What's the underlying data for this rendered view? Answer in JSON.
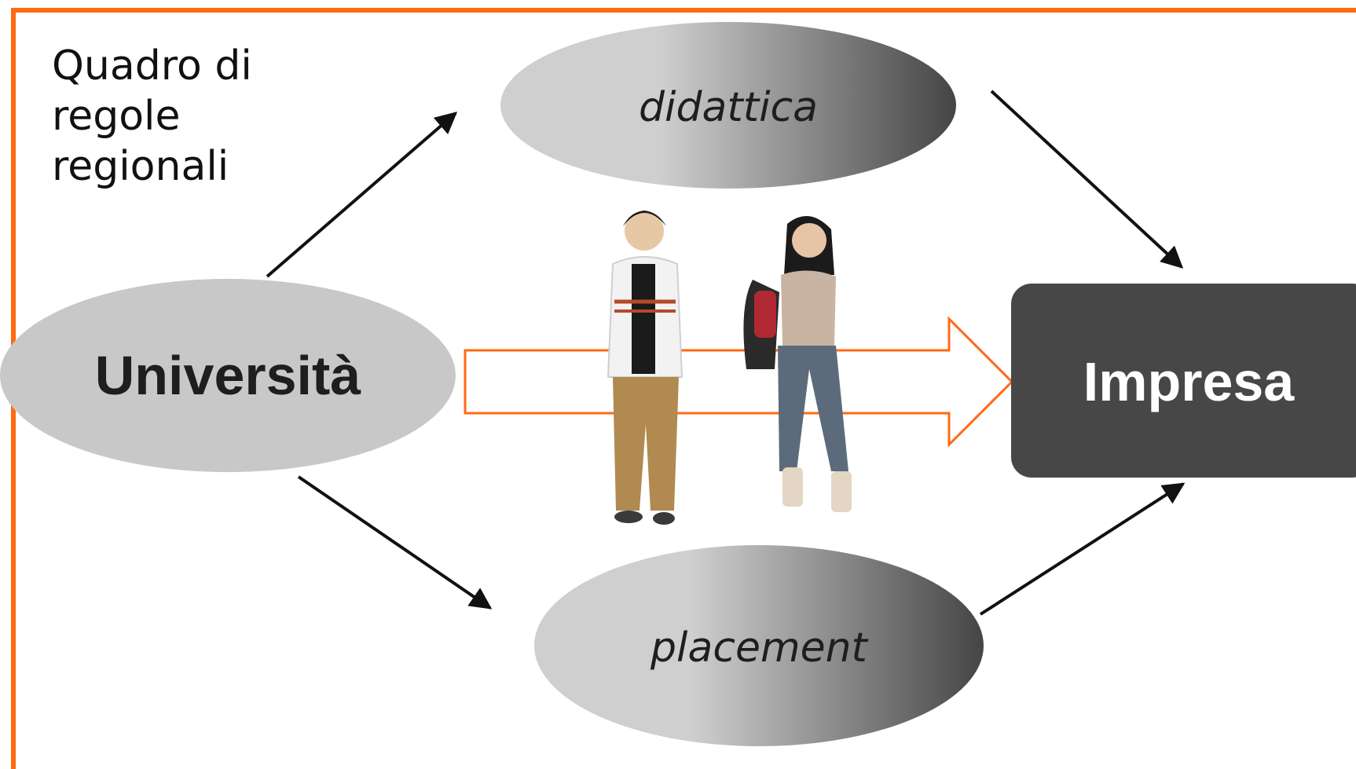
{
  "context_label": "Quadro di\nregole\nregionali",
  "nodes": {
    "university": {
      "label": "Università"
    },
    "didactics": {
      "label": "didattica"
    },
    "placement": {
      "label": "placement"
    },
    "company": {
      "label": "Impresa"
    }
  },
  "colors": {
    "accent_orange": "#ff6a13",
    "university_fill": "#c8c8c8",
    "company_fill": "#474747",
    "gradient_light": "#cfcfcf",
    "gradient_dark": "#454545",
    "arrow": "#111111",
    "text_dark": "#1e1e1e",
    "text_light": "#ffffff"
  },
  "illustration": {
    "subject": "two-students-photo"
  }
}
